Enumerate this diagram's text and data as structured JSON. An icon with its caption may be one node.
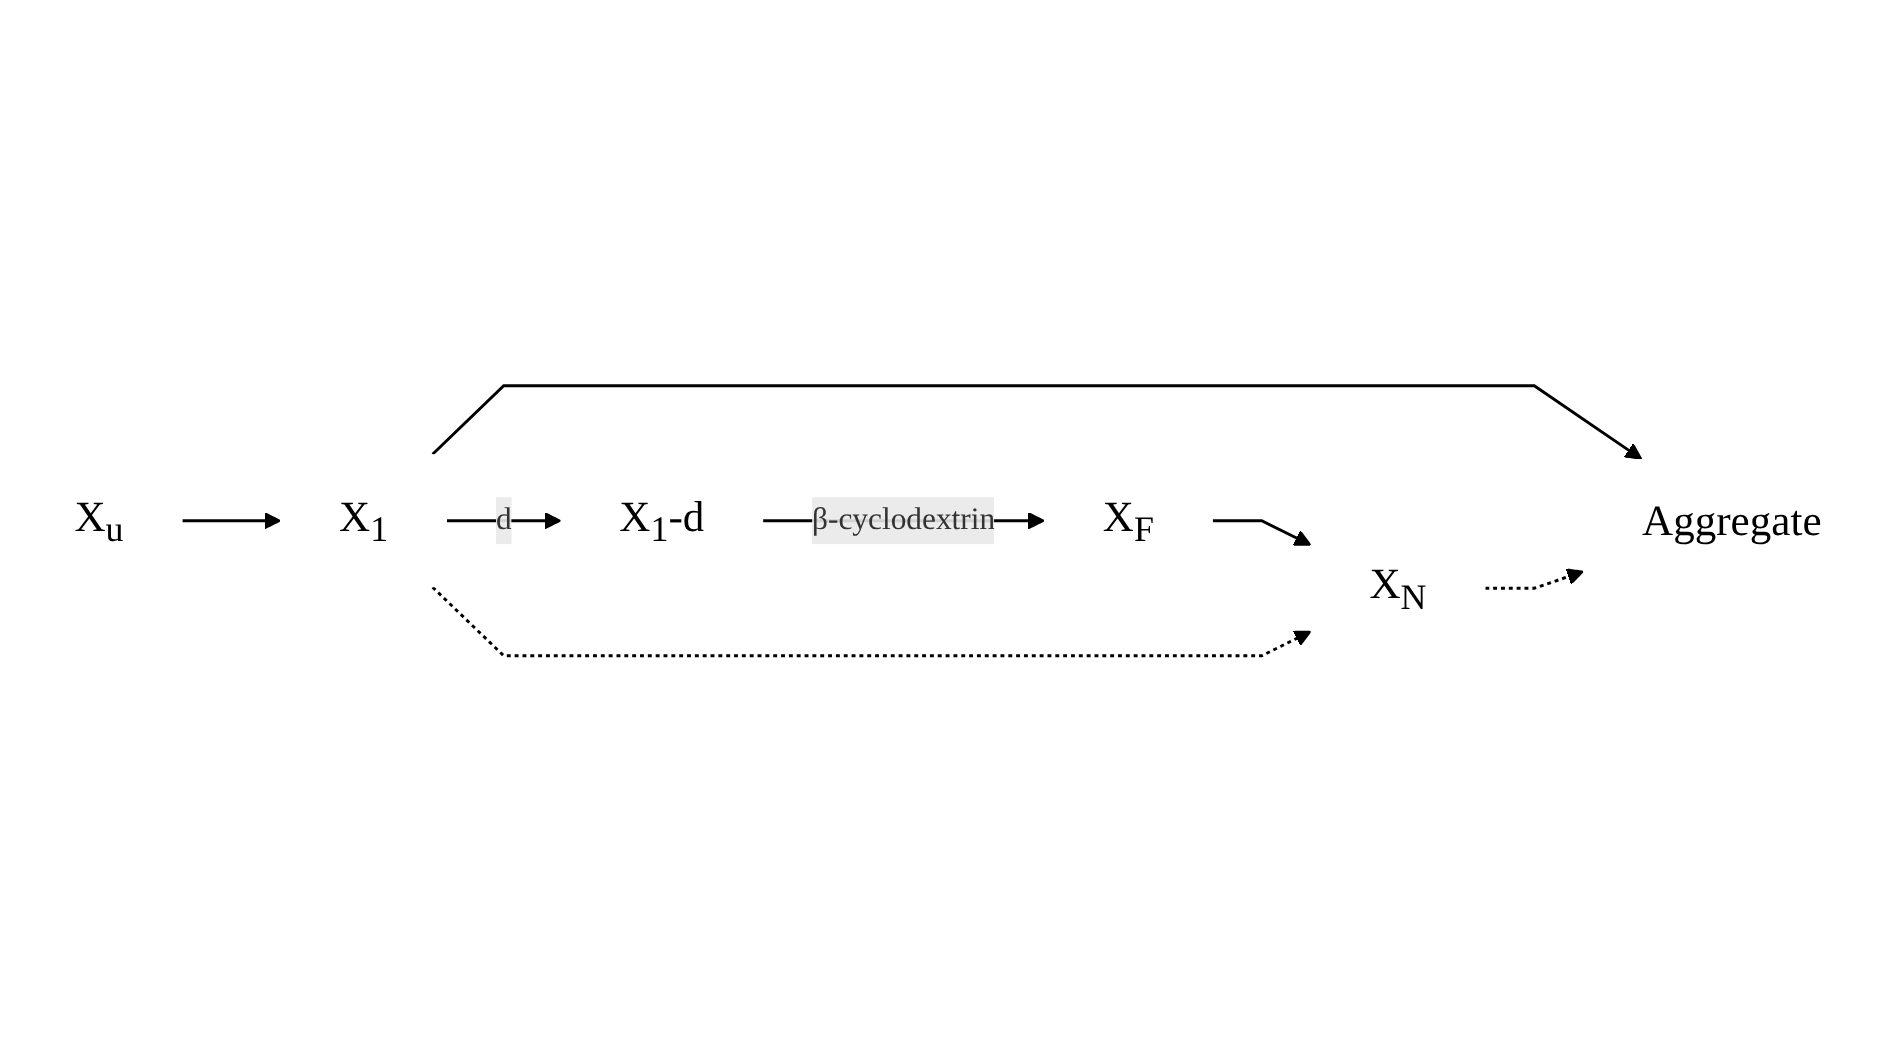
{
  "diagram": {
    "nodes": [
      {
        "text": [
          "Aggregate"
        ]
      },
      {
        "text": [
          "X$_{u}$"
        ]
      },
      {
        "text": [
          "X$_{1}$"
        ]
      },
      {
        "text": [
          "X$_{1}$-d"
        ]
      },
      {
        "text": [
          "X$_{F}$"
        ]
      },
      {
        "text": [
          "X$_{N}$"
        ]
      }
    ],
    "edges": [
      {
        "from": 1,
        "to": 2,
        "arrow": "to"
      },
      {
        "from": 2,
        "to": 3,
        "arrow": "to",
        "label": "d"
      },
      {
        "from": 3,
        "to": 4,
        "arrow": "to",
        "label": "β-cyclodextrin"
      },
      {
        "from": 4,
        "to": 5,
        "arrow": "to"
      },
      {
        "from": 2,
        "to": 0,
        "arrow": "to"
      },
      {
        "from": 5,
        "to": 0,
        "arrow": "to",
        "style": "dashed"
      },
      {
        "from": 2,
        "to": 5,
        "arrow": "to",
        "style": "dashed"
      }
    ]
  }
}
